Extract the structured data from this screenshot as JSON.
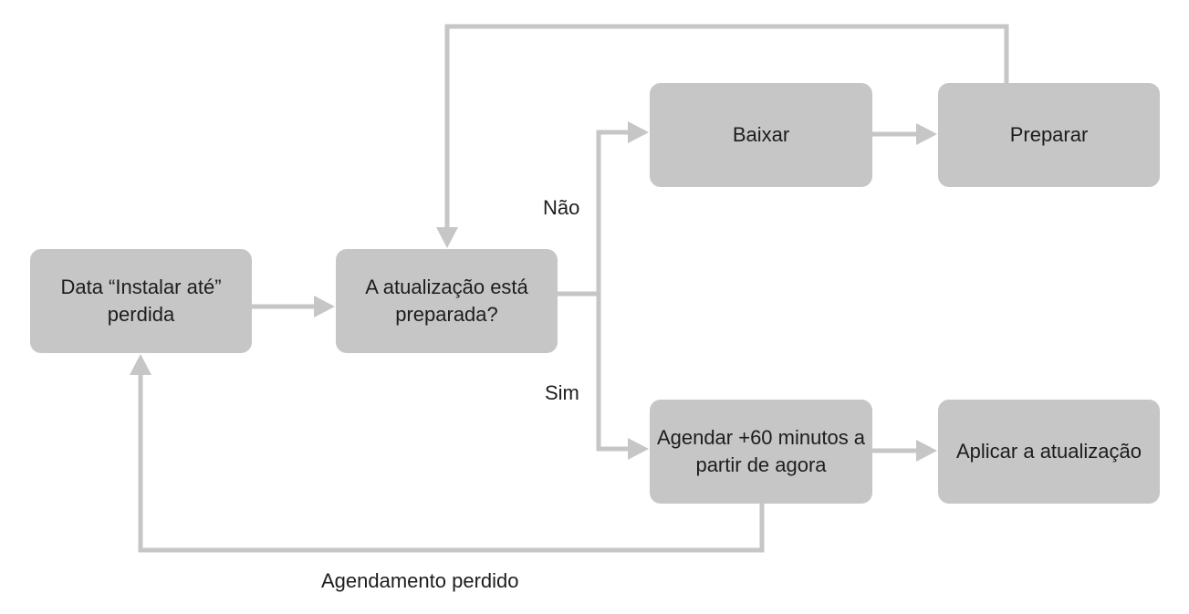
{
  "colors": {
    "box_fill": "#c6c6c6",
    "connector": "#c6c6c6",
    "text": "#1d1d1f",
    "background": "#ffffff"
  },
  "nodes": {
    "deadline_missed": "Data “Instalar até” perdida",
    "is_prepared": "A atualização está preparada?",
    "download": "Baixar",
    "prepare": "Preparar",
    "schedule": "Agendar +60 minutos a partir de agora",
    "apply": "Aplicar a atualização"
  },
  "edge_labels": {
    "no": "Não",
    "yes": "Sim",
    "schedule_missed": "Agendamento perdido"
  }
}
